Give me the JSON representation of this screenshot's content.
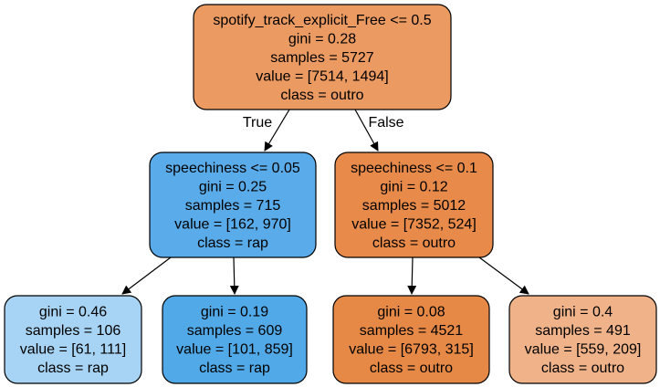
{
  "tree": {
    "nodes": [
      {
        "id": "root",
        "fill": "#eb9a61",
        "lines": [
          "spotify_track_explicit_Free <= 0.5",
          "gini = 0.28",
          "samples = 5727",
          "value = [7514, 1494]",
          "class = outro"
        ]
      },
      {
        "id": "left",
        "fill": "#5aabe9",
        "lines": [
          "speechiness <= 0.05",
          "gini = 0.25",
          "samples = 715",
          "value = [162, 970]",
          "class = rap"
        ]
      },
      {
        "id": "right",
        "fill": "#e88b4a",
        "lines": [
          "speechiness <= 0.1",
          "gini = 0.12",
          "samples = 5012",
          "value = [7352, 524]",
          "class = outro"
        ]
      },
      {
        "id": "left-left",
        "fill": "#a7d3f4",
        "lines": [
          "gini = 0.46",
          "samples = 106",
          "value = [61, 111]",
          "class = rap"
        ]
      },
      {
        "id": "left-right",
        "fill": "#52a9e8",
        "lines": [
          "gini = 0.19",
          "samples = 609",
          "value = [101, 859]",
          "class = rap"
        ]
      },
      {
        "id": "right-left",
        "fill": "#e78946",
        "lines": [
          "gini = 0.08",
          "samples = 4521",
          "value = [6793, 315]",
          "class = outro"
        ]
      },
      {
        "id": "right-right",
        "fill": "#f0b389",
        "lines": [
          "gini = 0.4",
          "samples = 491",
          "value = [559, 209]",
          "class = outro"
        ]
      }
    ],
    "edges": [
      {
        "from": "root",
        "to": "left",
        "label": "True"
      },
      {
        "from": "root",
        "to": "right",
        "label": "False"
      },
      {
        "from": "left",
        "to": "left-left",
        "label": ""
      },
      {
        "from": "left",
        "to": "left-right",
        "label": ""
      },
      {
        "from": "right",
        "to": "right-left",
        "label": ""
      },
      {
        "from": "right",
        "to": "right-right",
        "label": ""
      }
    ]
  }
}
